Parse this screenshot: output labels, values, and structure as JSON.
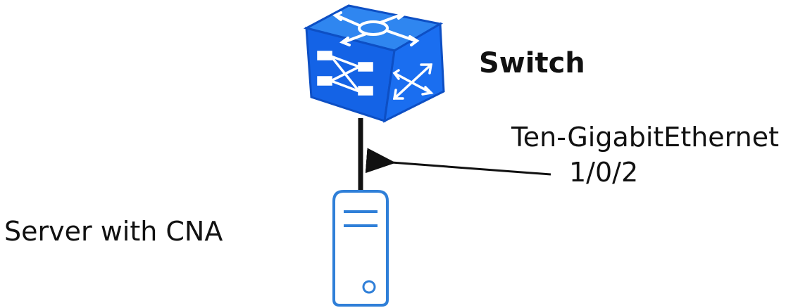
{
  "diagram": {
    "switch": {
      "label": "Switch",
      "icon": "network-switch-icon",
      "color": "#1463e6"
    },
    "link": {
      "port_label_line1": "Ten-GigabitEthernet",
      "port_label_line2": "1/0/2"
    },
    "server": {
      "label": "Server with CNA",
      "icon": "server-tower-icon",
      "color": "#2f7fd8"
    }
  }
}
